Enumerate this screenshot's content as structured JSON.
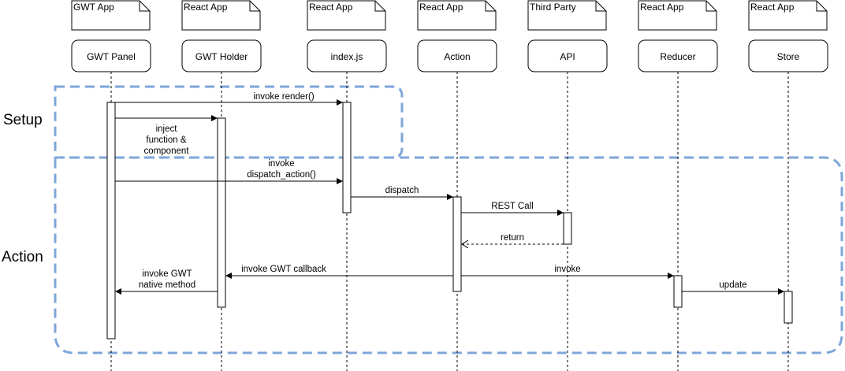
{
  "phases": [
    {
      "label": "Setup"
    },
    {
      "label": "Action"
    }
  ],
  "participants": [
    {
      "tag": "GWT App",
      "name": "GWT Panel"
    },
    {
      "tag": "React App",
      "name": "GWT Holder"
    },
    {
      "tag": "React App",
      "name": "index.js"
    },
    {
      "tag": "React App",
      "name": "Action"
    },
    {
      "tag": "Third Party",
      "name": "API"
    },
    {
      "tag": "React App",
      "name": "Reducer"
    },
    {
      "tag": "React App",
      "name": "Store"
    }
  ],
  "messages": [
    {
      "from": "GWT Panel",
      "to": "index.js",
      "lines": [
        "invoke render()"
      ],
      "style": "solid"
    },
    {
      "from": "GWT Panel",
      "to": "GWT Holder",
      "lines": [
        "inject",
        "function &",
        "component"
      ],
      "style": "solid"
    },
    {
      "from": "GWT Panel",
      "to": "index.js",
      "lines": [
        "invoke",
        "dispatch_action()"
      ],
      "style": "solid"
    },
    {
      "from": "index.js",
      "to": "Action",
      "lines": [
        "dispatch"
      ],
      "style": "solid"
    },
    {
      "from": "Action",
      "to": "API",
      "lines": [
        "REST Call"
      ],
      "style": "solid"
    },
    {
      "from": "API",
      "to": "Action",
      "lines": [
        "return"
      ],
      "style": "dashed"
    },
    {
      "from": "Action",
      "to": "GWT Holder",
      "lines": [
        "invoke GWT callback"
      ],
      "style": "solid"
    },
    {
      "from": "Action",
      "to": "Reducer",
      "lines": [
        "invoke"
      ],
      "style": "solid"
    },
    {
      "from": "GWT Holder",
      "to": "GWT Panel",
      "lines": [
        "invoke GWT",
        "native method"
      ],
      "style": "solid"
    },
    {
      "from": "Reducer",
      "to": "Store",
      "lines": [
        "update"
      ],
      "style": "solid"
    }
  ],
  "colors": {
    "frame": "#7ea6d8",
    "line": "#000000",
    "box_border": "#000000",
    "box_fill": "#ffffff"
  }
}
